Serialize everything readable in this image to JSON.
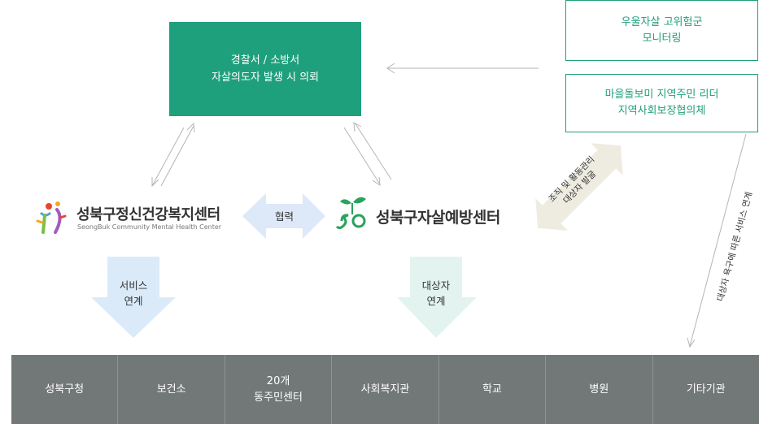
{
  "police_box": {
    "line1": "경찰서 / 소방서",
    "line2": "자살의도자 발생 시 의뢰"
  },
  "monitor_box": {
    "line1": "우울자살 고위험군",
    "line2": "모니터링"
  },
  "leader_box": {
    "line1": "마을돌보미 지역주민 리더",
    "line2": "지역사회보장협의체"
  },
  "left_logo": {
    "title": "성북구정신건강복지센터",
    "subtitle": "SeongBuk Community Mental Health Center"
  },
  "right_logo": {
    "title": "성북구자살예방센터"
  },
  "cooperation_label": "협력",
  "diag_arrow": {
    "line1": "조직 및 활동관리",
    "line2": "대상자 발굴"
  },
  "left_down_arrow": {
    "line1": "서비스",
    "line2": "연계"
  },
  "right_down_arrow": {
    "line1": "대상자",
    "line2": "연계"
  },
  "right_side_label": "대상자 욕구에 따른 서비스 연계",
  "bottom_items": [
    {
      "line1": "성북구청",
      "line2": ""
    },
    {
      "line1": "보건소",
      "line2": ""
    },
    {
      "line1": "20개",
      "line2": "동주민센터"
    },
    {
      "line1": "사회복지관",
      "line2": ""
    },
    {
      "line1": "학교",
      "line2": ""
    },
    {
      "line1": "병원",
      "line2": ""
    },
    {
      "line1": "기타기관",
      "line2": ""
    }
  ],
  "colors": {
    "green": "#1fa07c",
    "light_blue": "#dbeaf8",
    "light_mint": "#e3f4f0",
    "beige": "#efede2",
    "bar_gray": "#727777"
  }
}
